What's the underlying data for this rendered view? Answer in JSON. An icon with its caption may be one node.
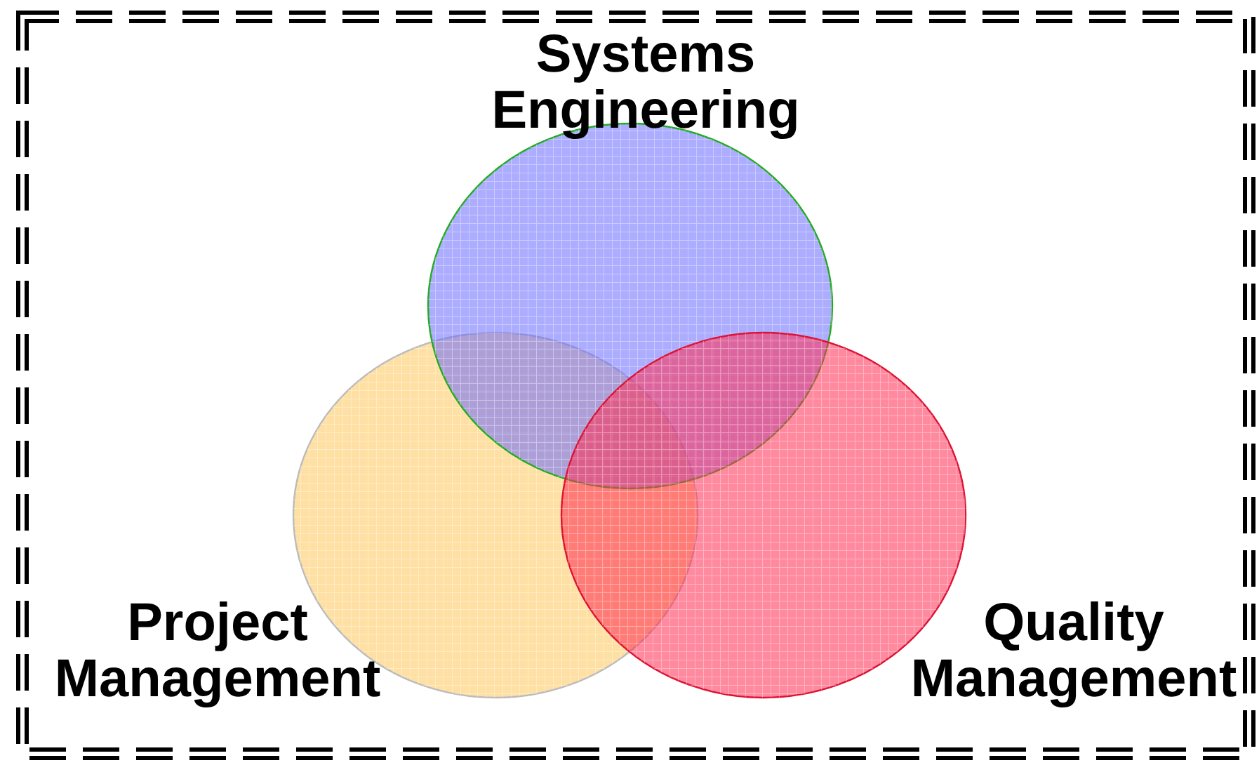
{
  "diagram": {
    "nodes": [
      {
        "text": [
          "Systems Engineering"
        ]
      },
      {
        "text": [
          "Project Management"
        ]
      },
      {
        "text": [
          "Quality Management"
        ]
      }
    ]
  }
}
